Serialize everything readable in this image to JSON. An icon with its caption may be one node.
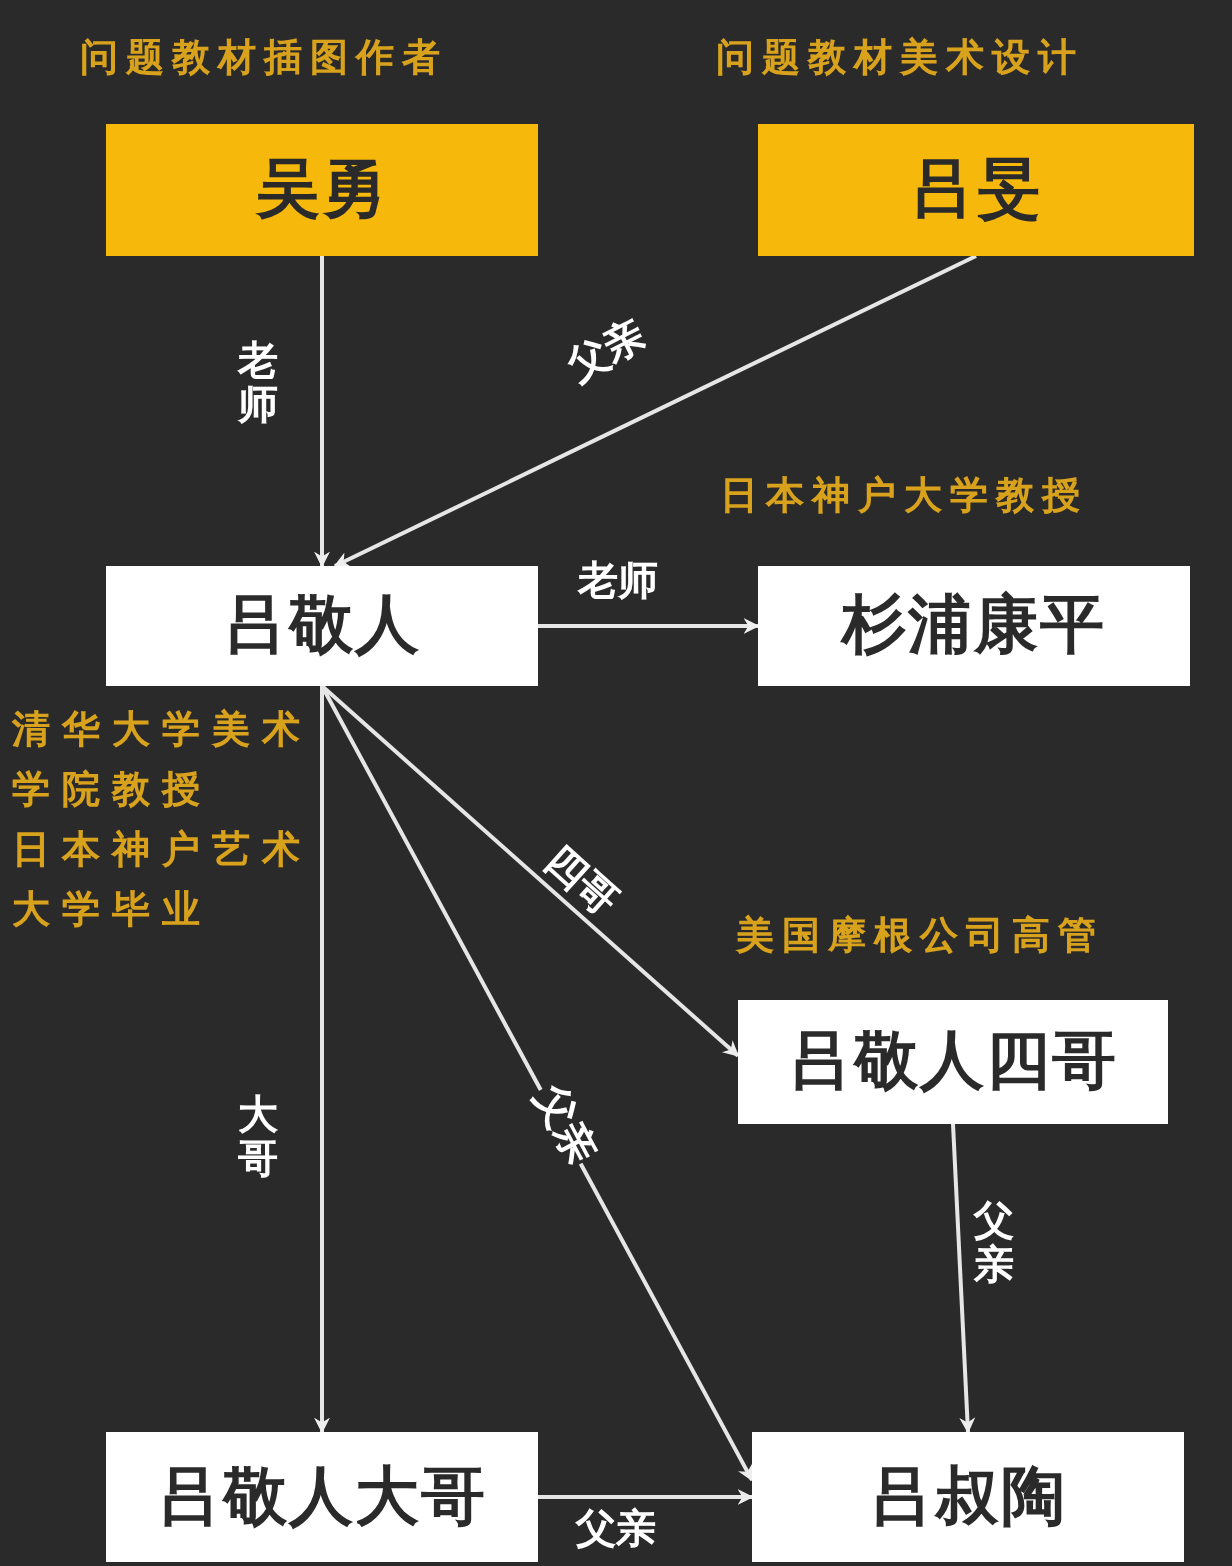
{
  "diagram": {
    "nodes": [
      {
        "text": [
          "吴勇"
        ],
        "beside": [
          "问题教材插图作者"
        ]
      },
      {
        "text": [
          "吕旻"
        ],
        "beside": [
          "问题教材美术设计"
        ]
      },
      {
        "text": [
          "吕敬人"
        ],
        "beside": [
          "清华大学美术学院教授",
          "日本神户艺术大学毕业"
        ]
      },
      {
        "text": [
          "杉浦康平"
        ],
        "beside": [
          "日本神户大学教授"
        ]
      },
      {
        "text": [
          "吕敬人四哥"
        ],
        "beside": [
          "美国摩根公司高管"
        ]
      },
      {
        "text": [
          "吕敬人大哥"
        ]
      },
      {
        "text": [
          "吕叔陶"
        ]
      }
    ],
    "edges": [
      {
        "from": 0,
        "to": 2,
        "arrow": "to",
        "label": "老师"
      },
      {
        "from": 1,
        "to": 2,
        "arrow": "to",
        "label": "父亲"
      },
      {
        "from": 2,
        "to": 3,
        "arrow": "to",
        "label": "老师"
      },
      {
        "from": 2,
        "to": 4,
        "arrow": "to",
        "label": "四哥"
      },
      {
        "from": 2,
        "to": 5,
        "arrow": "to",
        "label": "大哥"
      },
      {
        "from": 2,
        "to": 6,
        "arrow": "to",
        "label": "父亲"
      },
      {
        "from": 4,
        "to": 6,
        "arrow": "to",
        "label": "父亲"
      },
      {
        "from": 5,
        "to": 6,
        "arrow": "to",
        "label": "父亲"
      }
    ]
  }
}
